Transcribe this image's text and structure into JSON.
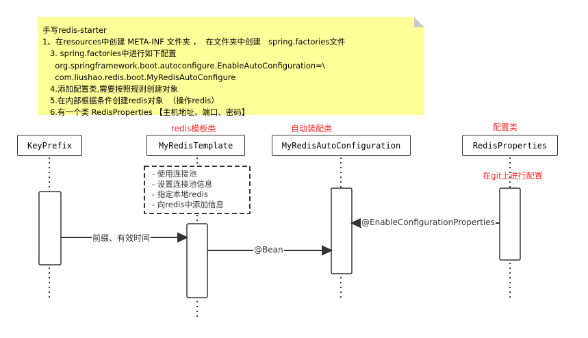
{
  "note": {
    "lines": [
      "手写redis-starter",
      "1、在resources中创建 META-INF 文件夹 ，  在文件夹中创建   spring.factories文件",
      "   3. spring.factories中进行如下配置",
      "     org.springframework.boot.autoconfigure.EnableAutoConfiguration=\\",
      "     com.liushao.redis.boot.MyRedisAutoConfigure",
      "   4.添加配置类,需要按照规则创建对象",
      "   5.在内部根据条件创建redis对象  （操作redis）",
      "   6.有一个类 RedisProperties 【主机地址、端口、密码】"
    ]
  },
  "participants": [
    {
      "name": "KeyPrefix",
      "tag": ""
    },
    {
      "name": "MyRedisTemplate",
      "tag": "redis模板类"
    },
    {
      "name": "MyRedisAutoConfiguration",
      "tag": "自动装配类"
    },
    {
      "name": "RedisProperties",
      "tag": "配置类"
    }
  ],
  "git_note": "在git上进行配置",
  "template_note": [
    "- 使用连接池",
    "- 设置连接池信息",
    "- 指定本地redis",
    "- 向redis中添加信息"
  ],
  "messages": [
    {
      "label": "前缀、有效时间"
    },
    {
      "label": "@Bean"
    },
    {
      "label": "@EnableConfigurationProperties"
    }
  ],
  "colors": {
    "note_bg": "#ffff99",
    "tag": "#ff2a2a"
  }
}
